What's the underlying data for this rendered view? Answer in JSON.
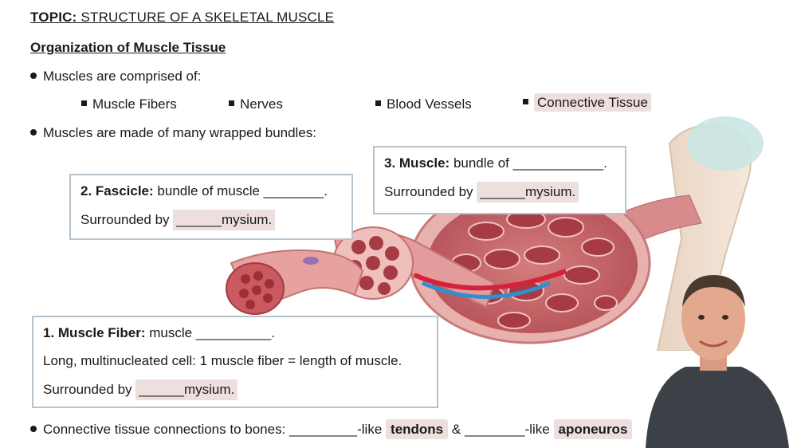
{
  "topic": {
    "label": "TOPIC:",
    "title": "STRUCTURE OF A SKELETAL MUSCLE"
  },
  "section_heading": "Organization of Muscle Tissue",
  "bullets": {
    "comprised": "Muscles are comprised of:",
    "wrapped": "Muscles are made of many wrapped bundles:",
    "connective": "Connective tissue connections to bones: _________-like"
  },
  "components": [
    "Muscle Fibers",
    "Nerves",
    "Blood Vessels",
    "Connective Tissue"
  ],
  "fascicle_box": {
    "term": "2. Fascicle:",
    "definition": "bundle of muscle ________.",
    "surrounded": "Surrounded by",
    "fill": "______mysium."
  },
  "muscle_box": {
    "term": "3. Muscle:",
    "definition": "bundle of ____________.",
    "surrounded": "Surrounded by",
    "fill": "______mysium."
  },
  "fiber_box": {
    "term": "1. Muscle Fiber:",
    "definition": "muscle __________.",
    "description": "Long, multinucleated cell: 1 muscle fiber = length of muscle.",
    "surrounded": "Surrounded by",
    "fill": "______mysium."
  },
  "connections": {
    "tendons": "tendons",
    "amp": "&",
    "blank2": "________-like",
    "aponeuroses": "aponeuros"
  },
  "colors": {
    "highlight": "#eddfdd",
    "box_border": "#b7c3cc",
    "muscle_red": "#b8434a",
    "muscle_pink": "#e3a3a3",
    "bone": "#ead7c7"
  }
}
